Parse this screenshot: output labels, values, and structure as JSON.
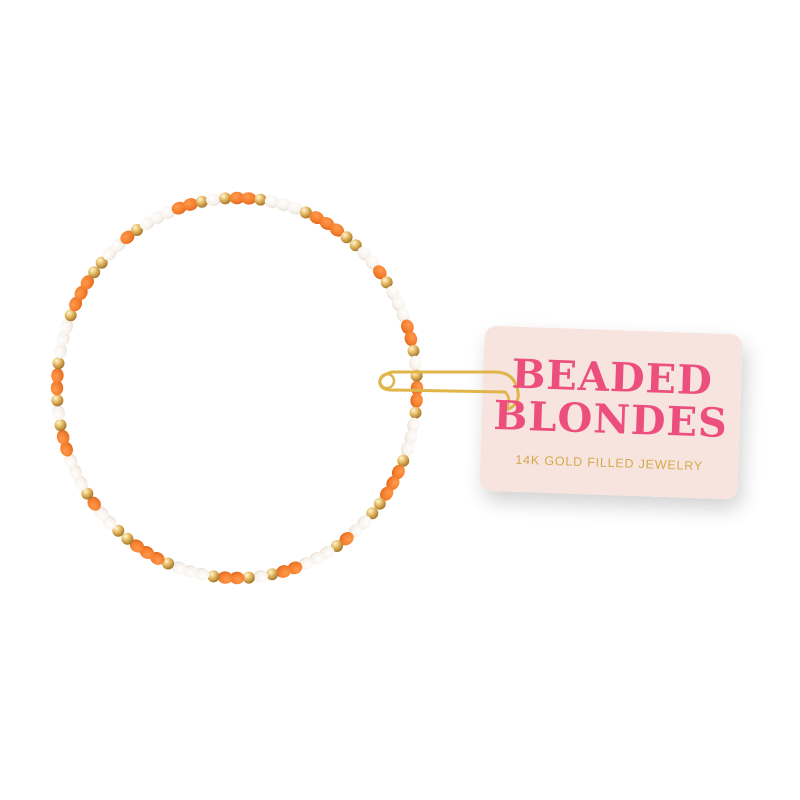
{
  "tag": {
    "brand_line1": "BEADED",
    "brand_line2": "BLONDES",
    "subtitle": "14K GOLD FILLED JEWELRY"
  },
  "colors": {
    "background": "#ffffff",
    "tag_fill": "#f8e4de",
    "brand_pink": "#ec4f7e",
    "gold_text": "#d4a94a",
    "bead_orange": "#f47b2a",
    "bead_white": "#fbf6f1",
    "bead_gold": "#e2b661",
    "pin_gold": "#e0b54a"
  },
  "bracelet": {
    "bead_pattern": [
      "orange",
      "orange",
      "gold",
      "white",
      "white",
      "white",
      "gold",
      "orange",
      "orange",
      "orange",
      "gold",
      "gold",
      "white",
      "white",
      "orange",
      "gold",
      "white",
      "white",
      "white",
      "orange",
      "orange",
      "gold",
      "white",
      "gold"
    ]
  }
}
